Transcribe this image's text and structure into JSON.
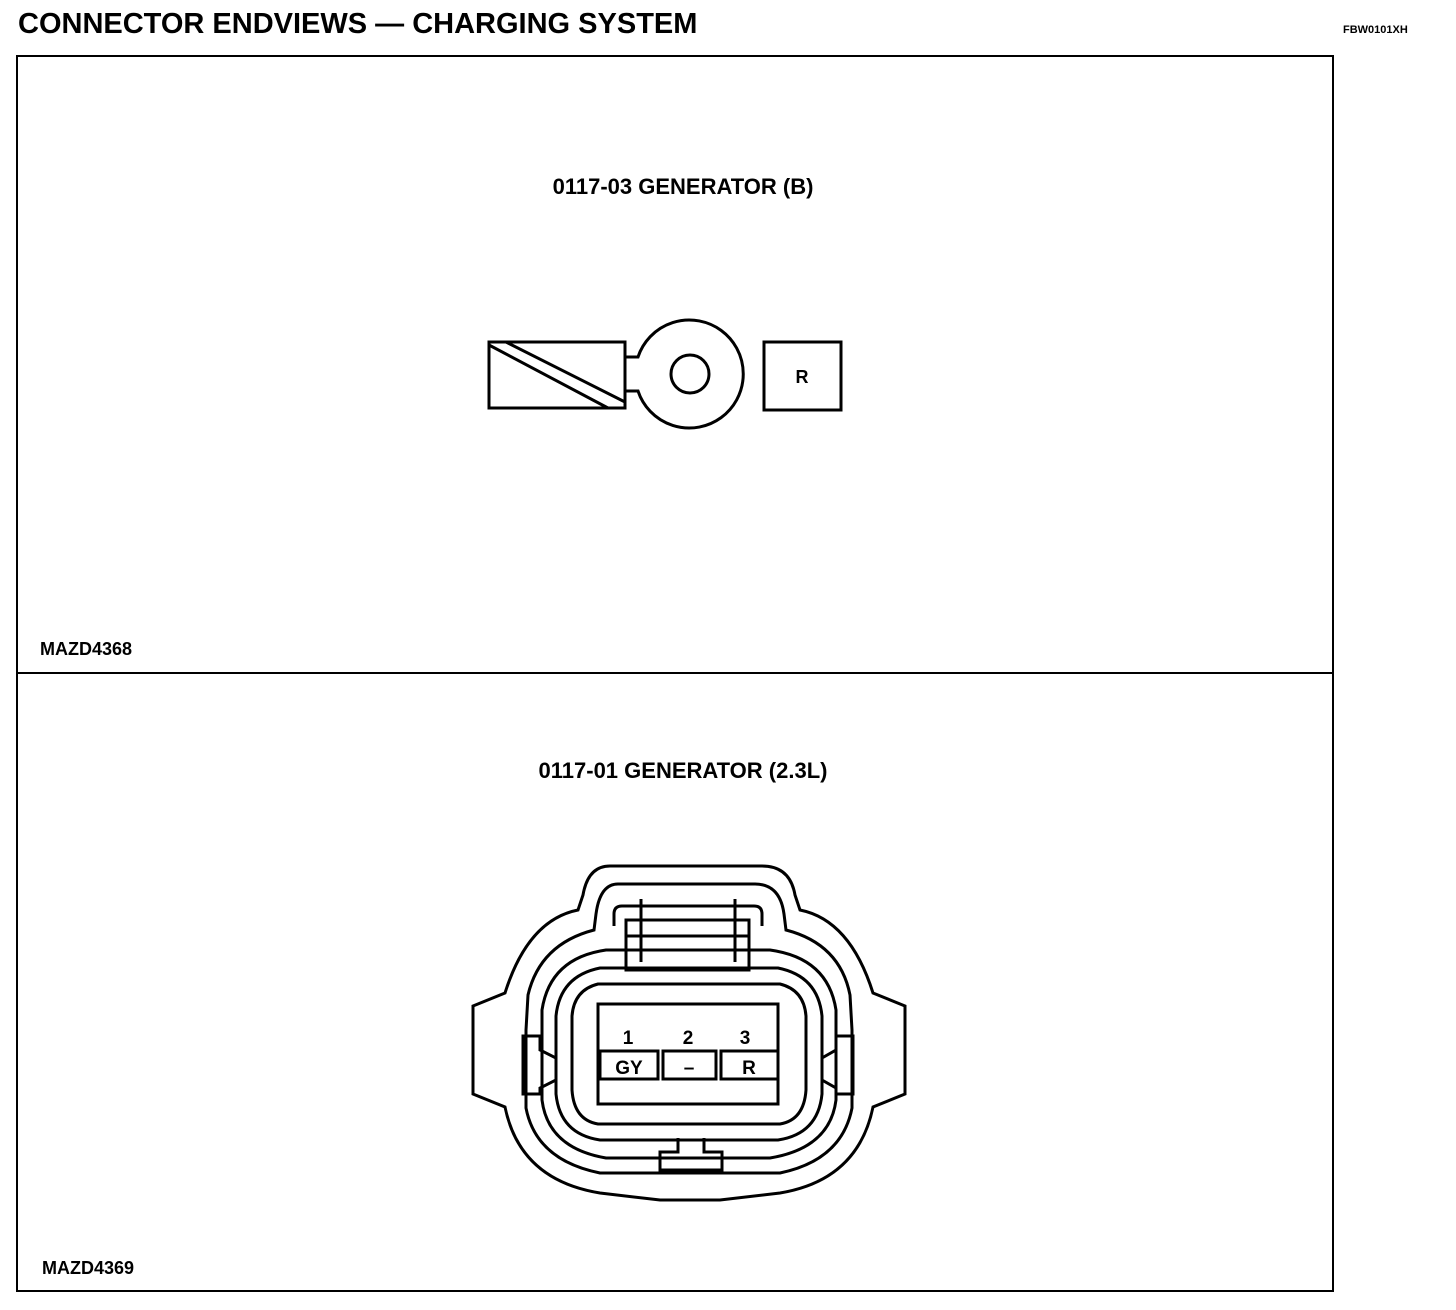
{
  "header": {
    "title": "CONNECTOR ENDVIEWS — CHARGING SYSTEM",
    "doc_code": "FBW0101XH"
  },
  "panels": [
    {
      "title": "0117-03 GENERATOR (B)",
      "ref_code": "MAZD4368",
      "terminal_wire_color": "R"
    },
    {
      "title": "0117-01 GENERATOR (2.3L)",
      "ref_code": "MAZD4369",
      "pins": [
        {
          "number": "1",
          "color": "GY"
        },
        {
          "number": "2",
          "color": "–"
        },
        {
          "number": "3",
          "color": "R"
        }
      ]
    }
  ]
}
